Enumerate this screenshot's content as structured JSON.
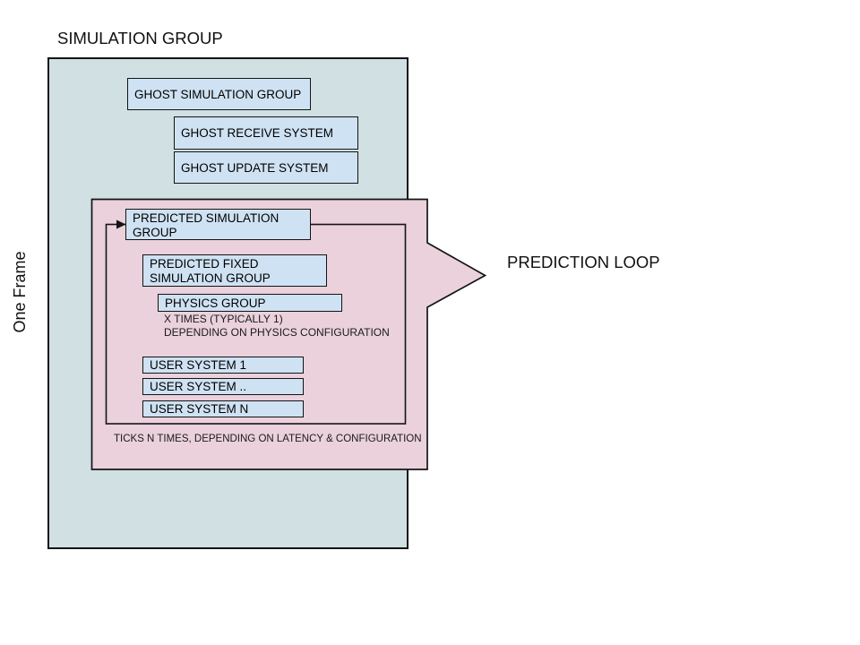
{
  "colors": {
    "frame_fill": "#d0e0e3",
    "system_box_fill": "#cfe2f3",
    "loop_fill": "#ead1dc",
    "stroke": "#141414"
  },
  "labels": {
    "title": "SIMULATION GROUP",
    "side": "One Frame",
    "loop": "PREDICTION LOOP"
  },
  "ghost_group": {
    "simulation_group": "GHOST SIMULATION GROUP",
    "receive_system": "GHOST RECEIVE SYSTEM",
    "update_system": "GHOST UPDATE SYSTEM"
  },
  "loop": {
    "predicted_group_line1": "PREDICTED SIMULATION",
    "predicted_group_line2": "GROUP",
    "fixed_group_line1": "PREDICTED FIXED",
    "fixed_group_line2": "SIMULATION GROUP",
    "physics_group": "PHYSICS GROUP",
    "physics_note_line1": "X TIMES (TYPICALLY 1)",
    "physics_note_line2": "DEPENDING ON PHYSICS CONFIGURATION",
    "user_systems": [
      "USER SYSTEM 1",
      "USER SYSTEM ..",
      "USER SYSTEM N"
    ],
    "ticks_note": "TICKS N TIMES, DEPENDING ON LATENCY & CONFIGURATION"
  }
}
